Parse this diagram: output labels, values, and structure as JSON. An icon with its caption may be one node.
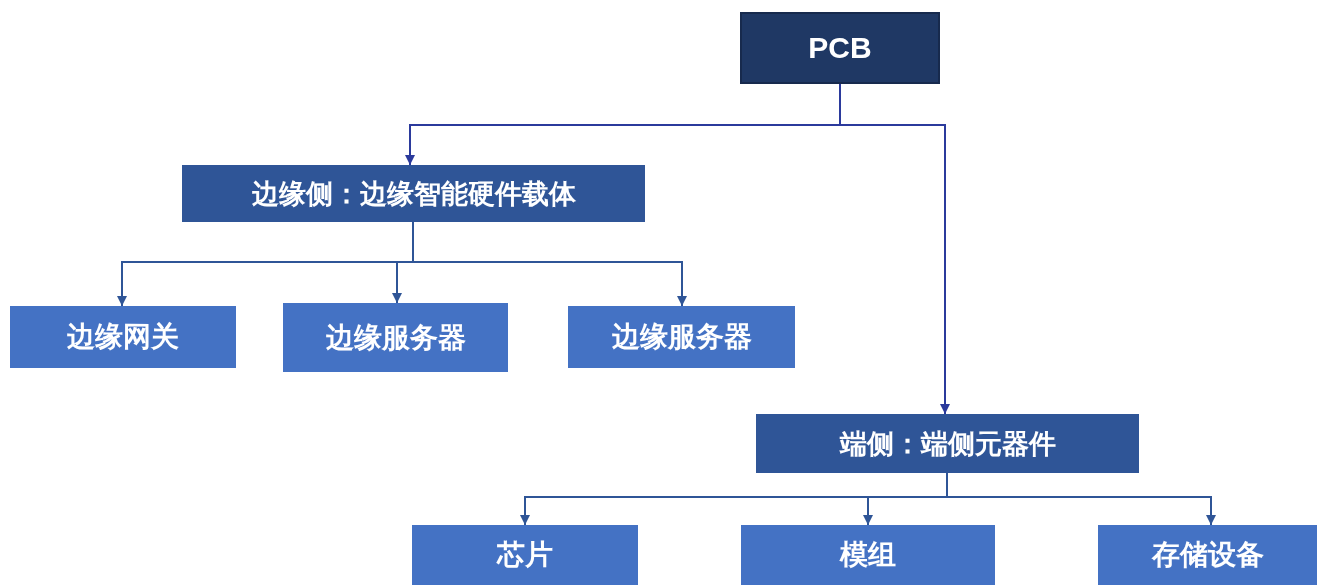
{
  "diagram": {
    "nodes": [
      {
        "text": [
          "PCB"
        ]
      },
      {
        "text": [
          "边缘侧：边缘智能硬件载体"
        ]
      },
      {
        "text": [
          "边缘网关"
        ]
      },
      {
        "text": [
          "边缘服务器"
        ]
      },
      {
        "text": [
          "边缘服务器"
        ]
      },
      {
        "text": [
          "端侧：端侧元器件"
        ]
      },
      {
        "text": [
          "芯片"
        ]
      },
      {
        "text": [
          "模组"
        ]
      },
      {
        "text": [
          "存储设备"
        ]
      }
    ],
    "edges": [
      {
        "from": 0,
        "to": 1,
        "arrow": "to",
        "color": "#2b3a9c"
      },
      {
        "from": 0,
        "to": 5,
        "arrow": "to",
        "color": "#2b3a9c"
      },
      {
        "from": 1,
        "to": 2,
        "arrow": "to"
      },
      {
        "from": 1,
        "to": 3,
        "arrow": "to"
      },
      {
        "from": 1,
        "to": 4,
        "arrow": "to"
      },
      {
        "from": 5,
        "to": 6,
        "arrow": "to"
      },
      {
        "from": 5,
        "to": 7,
        "arrow": "to"
      },
      {
        "from": 5,
        "to": 8,
        "arrow": "to"
      }
    ]
  }
}
